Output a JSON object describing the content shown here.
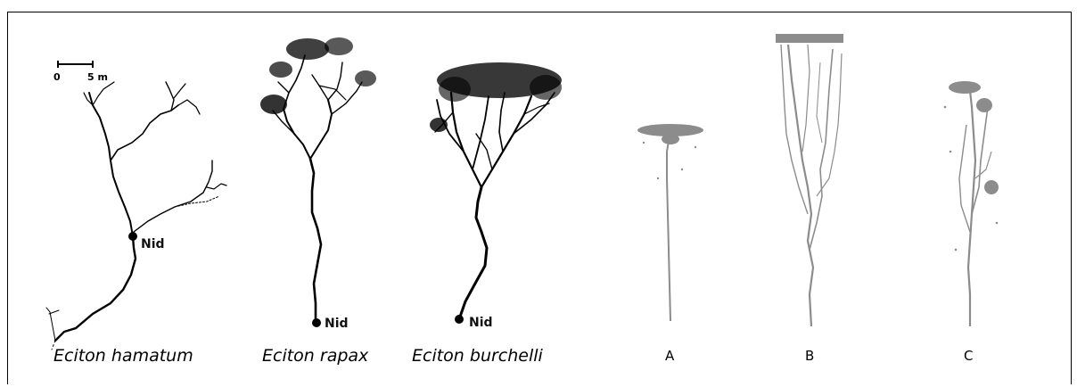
{
  "scale_bar": {
    "zero": "0",
    "five": "5 m"
  },
  "nest_label": "Nid",
  "species": [
    {
      "name": "Eciton hamatum"
    },
    {
      "name": "Eciton rapax"
    },
    {
      "name": "Eciton burchelli"
    }
  ],
  "simulations": [
    {
      "label": "A"
    },
    {
      "label": "B"
    },
    {
      "label": "C"
    }
  ],
  "colors": {
    "ink": "#000000",
    "simulation": "#8c8c8c",
    "frame": "#000000"
  }
}
